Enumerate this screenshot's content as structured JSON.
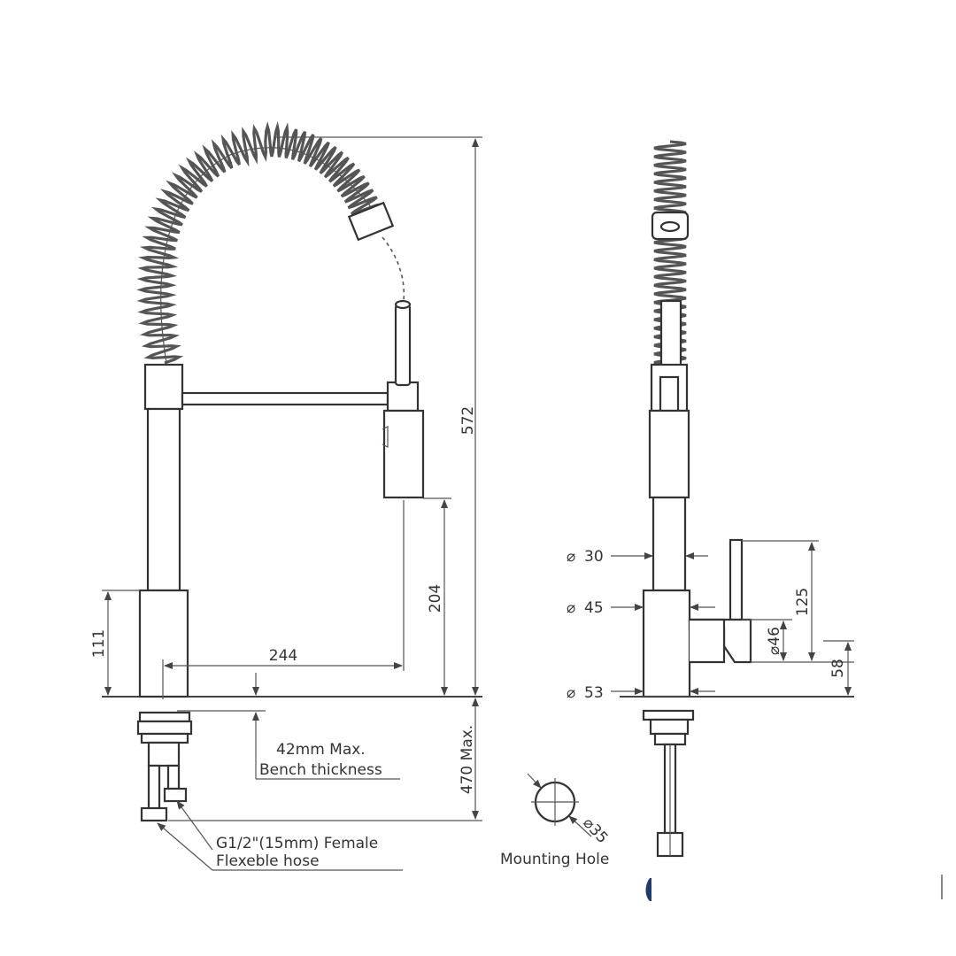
{
  "front_view": {
    "dim_total_height": "572",
    "dim_spout_height": "204",
    "dim_spout_reach": "244",
    "dim_base_height": "111",
    "dim_below_bench": "470 Max.",
    "note_bench_line1": "42mm Max.",
    "note_bench_line2": "Bench thickness",
    "note_hose_line1": "G1/2\"(15mm) Female",
    "note_hose_line2": "Flexeble hose"
  },
  "side_view": {
    "dim_tube_dia": "30",
    "dim_body_dia": "45",
    "dim_base_dia": "53",
    "dim_handle_dia": "46",
    "dim_handle_height": "125",
    "dim_handle_offset": "58"
  },
  "mounting_hole": {
    "dim_hole_dia": "35",
    "label": "Mounting Hole"
  },
  "diameter_symbol": "⌀"
}
